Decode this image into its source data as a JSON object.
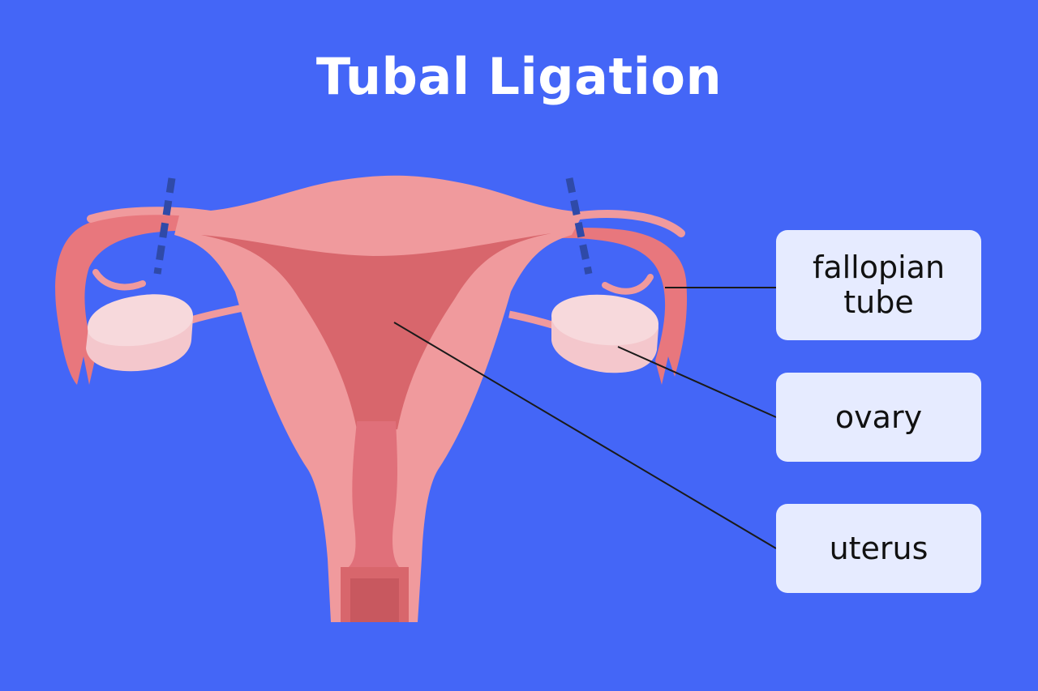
{
  "title": "Tubal Ligation",
  "labels": [
    {
      "id": "fallopian",
      "line1": "fallopian",
      "line2": "tube"
    },
    {
      "id": "ovary",
      "line1": "ovary"
    },
    {
      "id": "uterus",
      "line1": "uterus"
    }
  ],
  "colors": {
    "background": "#4466f7",
    "uterus_outer": "#f09a9d",
    "uterus_inner": "#d8666c",
    "cervix_canal": "#e0707a",
    "tube": "#e8777d",
    "ovary": "#f7d9dc",
    "ligation_marks": "#2f4aa8",
    "label_box": "#e6ebff"
  }
}
